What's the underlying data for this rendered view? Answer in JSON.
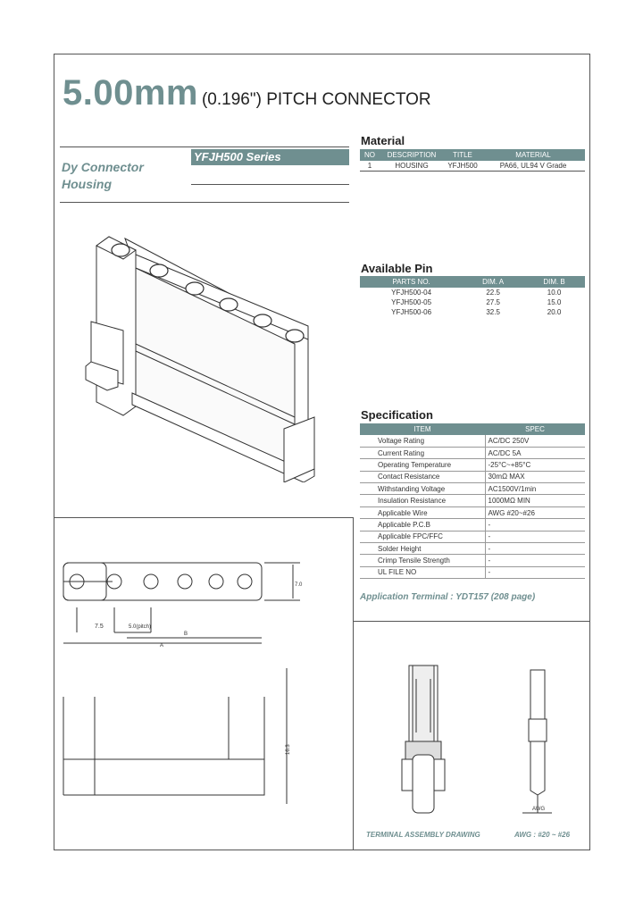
{
  "header": {
    "size": "5.00mm",
    "rest": "(0.196\") PITCH CONNECTOR"
  },
  "product": {
    "line1": "Dy Connector",
    "line2": "Housing",
    "series": "YFJH500 Series"
  },
  "material": {
    "heading": "Material",
    "columns": [
      "NO",
      "DESCRIPTION",
      "TITLE",
      "MATERIAL"
    ],
    "rows": [
      [
        "1",
        "HOUSING",
        "YFJH500",
        "PA66, UL94 V Grade"
      ]
    ]
  },
  "pins": {
    "heading": "Available Pin",
    "columns": [
      "PARTS NO.",
      "DIM. A",
      "DIM. B"
    ],
    "rows": [
      [
        "YFJH500-04",
        "22.5",
        "10.0"
      ],
      [
        "YFJH500-05",
        "27.5",
        "15.0"
      ],
      [
        "YFJH500-06",
        "32.5",
        "20.0"
      ]
    ]
  },
  "spec": {
    "heading": "Specification",
    "columns": [
      "ITEM",
      "SPEC"
    ],
    "rows": [
      [
        "Voltage Rating",
        "AC/DC 250V"
      ],
      [
        "Current Rating",
        "AC/DC 5A"
      ],
      [
        "Operating Temperature",
        "-25°C~+85°C"
      ],
      [
        "Contact Resistance",
        "30mΩ MAX"
      ],
      [
        "Withstanding Voltage",
        "AC1500V/1min"
      ],
      [
        "Insulation Resistance",
        "1000MΩ MIN"
      ],
      [
        "Applicable Wire",
        "AWG #20~#26"
      ],
      [
        "Applicable P.C.B",
        "-"
      ],
      [
        "Applicable FPC/FFC",
        "-"
      ],
      [
        "Solder Height",
        "-"
      ],
      [
        "Crimp Tensile Strength",
        "-"
      ],
      [
        "UL FILE NO",
        "-"
      ]
    ]
  },
  "application": "Application Terminal : YDT157 (208 page)",
  "drawing": {
    "dim_75": "7.5",
    "dim_pitch": "5.0(pitch)",
    "dim_a": "A",
    "dim_b": "B",
    "dim_h": "7.0",
    "dim_height": "16.3",
    "awg": "AWG"
  },
  "captions": {
    "left": "TERMINAL ASSEMBLY DRAWING",
    "right": "AWG : #20 ~ #26"
  },
  "colors": {
    "accent": "#6f8f90",
    "line": "#555555"
  }
}
